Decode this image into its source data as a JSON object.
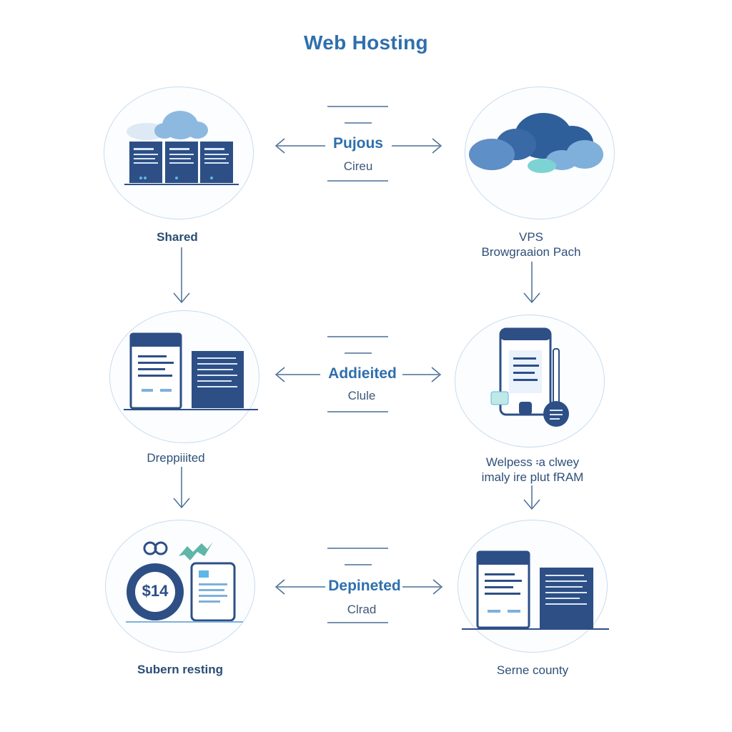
{
  "diagram": {
    "title": "Web Hosting",
    "nodes": {
      "top_left": {
        "label": "Shared"
      },
      "top_right": {
        "label_line1": "VPS",
        "label_line2": "Browgraaion Pach"
      },
      "mid_left": {
        "label": "Dreppiiited"
      },
      "mid_right": {
        "label_line1": "Welpess ፡a clwey",
        "label_line2": "imaly ire plut fRAM"
      },
      "bottom_left": {
        "label": "Subern resting",
        "price": "$14"
      },
      "bottom_right": {
        "label": "Serne county"
      }
    },
    "connectors": [
      {
        "title": "Pujous",
        "subtitle": "Cireu"
      },
      {
        "title": "Addieited",
        "subtitle": "Clule"
      },
      {
        "title": "Depineted",
        "subtitle": "Clrad"
      }
    ]
  },
  "colors": {
    "accent": "#2f6fad",
    "navy": "#2d4f86",
    "cloud_light": "#7fb0dc",
    "teal": "#7dd3d3"
  }
}
